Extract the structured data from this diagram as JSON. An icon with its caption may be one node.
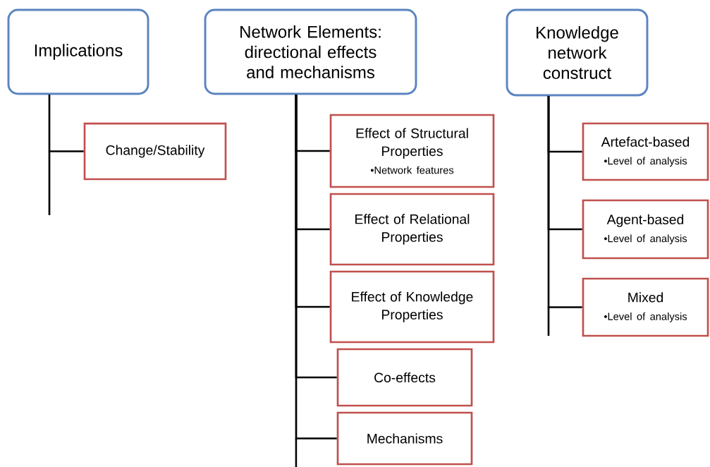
{
  "diagram": {
    "nodes": [
      {
        "text": [
          "Implications"
        ]
      },
      {
        "text": [
          "Change/Stability"
        ]
      },
      {
        "text": [
          "Network Elements: directional effects and mechanisms"
        ]
      },
      {
        "text": [
          "Effect of Structural Properties",
          "•Network features"
        ]
      },
      {
        "text": [
          "Effect of Relational Properties"
        ]
      },
      {
        "text": [
          "Effect of Knowledge Properties"
        ]
      },
      {
        "text": [
          "Co-effects"
        ]
      },
      {
        "text": [
          "Mechanisms"
        ]
      },
      {
        "text": [
          "Knowledge network construct"
        ]
      },
      {
        "text": [
          "Artefact-based",
          "•Level of analysis"
        ]
      },
      {
        "text": [
          "Agent-based",
          "•Level of analysis"
        ]
      },
      {
        "text": [
          "Mixed",
          "•Level of analysis"
        ]
      }
    ],
    "edges": [
      {
        "from": 0,
        "to": 1,
        "arrow": "none"
      },
      {
        "from": 2,
        "to": 3,
        "arrow": "none"
      },
      {
        "from": 2,
        "to": 4,
        "arrow": "none"
      },
      {
        "from": 2,
        "to": 5,
        "arrow": "none"
      },
      {
        "from": 2,
        "to": 6,
        "arrow": "none"
      },
      {
        "from": 2,
        "to": 7,
        "arrow": "none"
      },
      {
        "from": 8,
        "to": 9,
        "arrow": "none"
      },
      {
        "from": 8,
        "to": 10,
        "arrow": "none"
      },
      {
        "from": 8,
        "to": 11,
        "arrow": "none"
      }
    ]
  }
}
